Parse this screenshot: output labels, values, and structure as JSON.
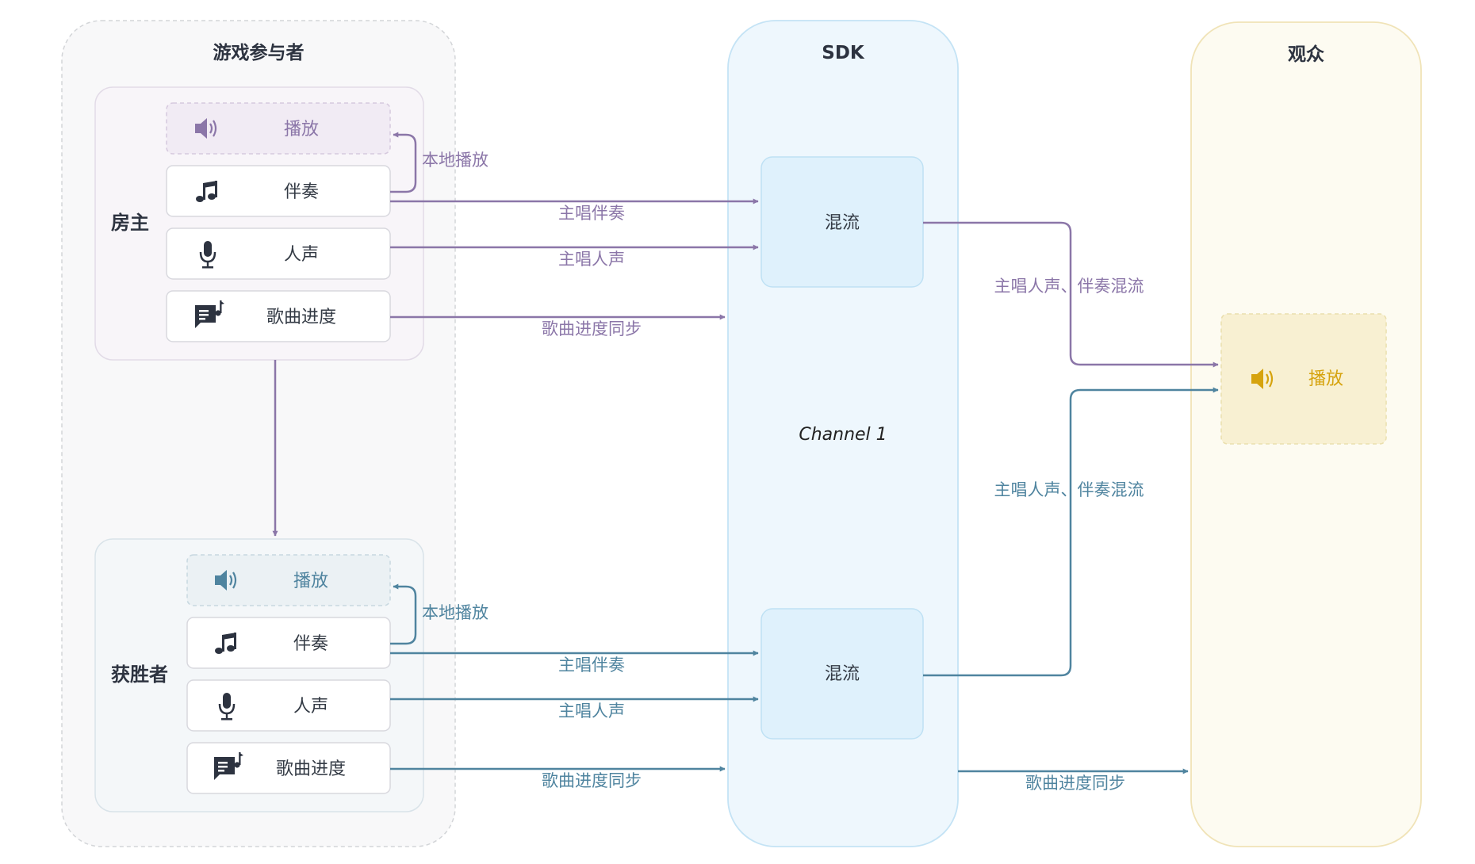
{
  "lanes": {
    "participants": {
      "title": "游戏参与者"
    },
    "sdk": {
      "title": "SDK",
      "channel": "Channel 1"
    },
    "audience": {
      "title": "观众"
    }
  },
  "host": {
    "role": "房主",
    "play": "播放",
    "accompaniment": "伴奏",
    "vocals": "人声",
    "progress": "歌曲进度"
  },
  "winner": {
    "role": "获胜者",
    "play": "播放",
    "accompaniment": "伴奏",
    "vocals": "人声",
    "progress": "歌曲进度"
  },
  "sdk_boxes": {
    "mix_top": "混流",
    "mix_bottom": "混流"
  },
  "audience_box": {
    "play": "播放"
  },
  "edges": {
    "host_local_play": "本地播放",
    "host_accompaniment": "主唱伴奏",
    "host_vocals": "主唱人声",
    "host_progress": "歌曲进度同步",
    "host_mix_out": "主唱人声、伴奏混流",
    "winner_local_play": "本地播放",
    "winner_accompaniment": "主唱伴奏",
    "winner_vocals": "主唱人声",
    "winner_progress": "歌曲进度同步",
    "winner_mix_out": "主唱人声、伴奏混流",
    "sdk_progress_out": "歌曲进度同步"
  },
  "colors": {
    "purple": "#8b76a8",
    "teal": "#4f849f",
    "gold": "#d6a30e",
    "icon_dark": "#2d3340"
  }
}
